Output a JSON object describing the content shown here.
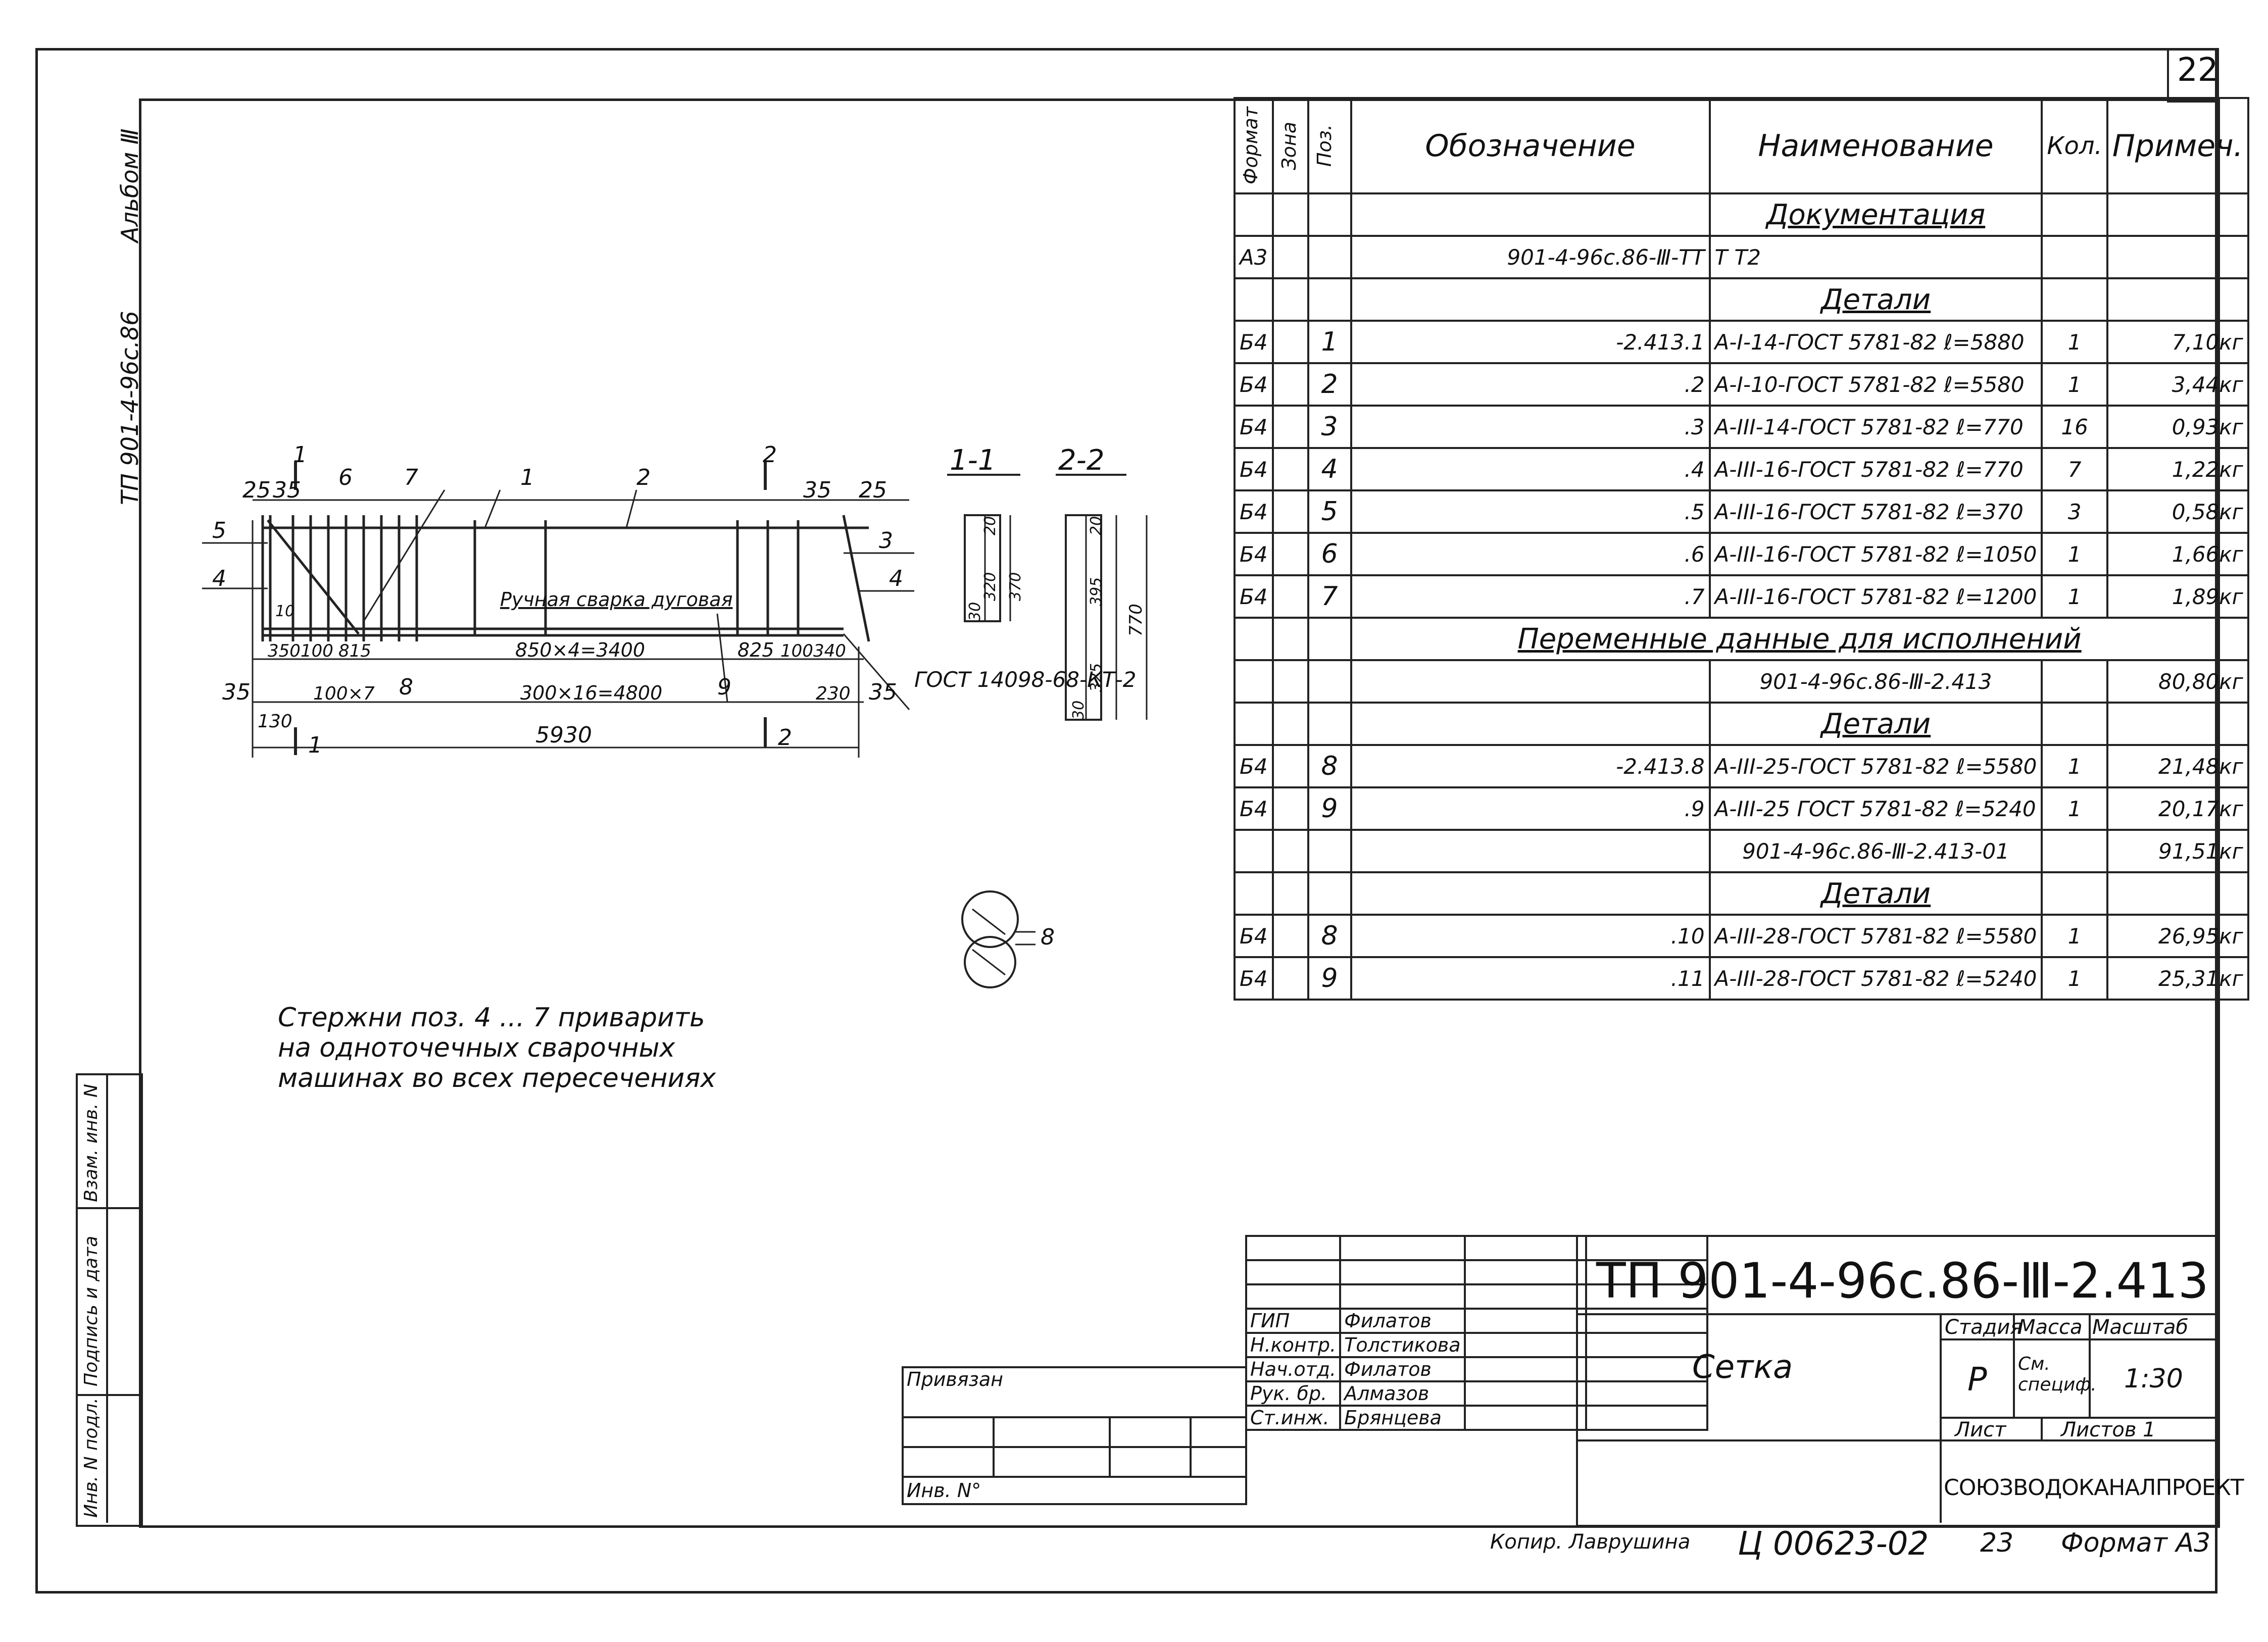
{
  "sheet_number": "22",
  "left_margin": {
    "album": "Альбом Ⅲ",
    "project_code": "ТП 901-4-96с.86",
    "stamp_labels": [
      "Инв. N подл.",
      "Подпись и дата",
      "Взам. инв. N"
    ]
  },
  "drawing": {
    "section_1": "1-1",
    "section_2": "2-2",
    "pos_labels": [
      "1",
      "2",
      "3",
      "4",
      "5",
      "6",
      "7",
      "8",
      "9"
    ],
    "cut_labels": [
      "1",
      "2"
    ],
    "weld_note": "Ручная сварка дуговая",
    "gost_ref": "ГОСТ 14098-68-КТ-2",
    "dims": {
      "d25a": "25",
      "d35a": "35",
      "d35b": "35",
      "d25b": "25",
      "d10": "10",
      "d350": "350",
      "d100": "100",
      "d815": "815",
      "d850x4": "850×4=3400",
      "d825": "825",
      "d100b": "100",
      "d340": "340",
      "d35c": "35",
      "d100x7": "100×7",
      "d300x16": "300×16=4800",
      "d230": "230",
      "d35d": "35",
      "d130": "130",
      "d5930": "5930",
      "s1_320": "320",
      "s1_370": "370",
      "s1_20": "20",
      "s1_30": "30",
      "s2_395": "395",
      "s2_325": "325",
      "s2_770": "770",
      "s2_20": "20",
      "s2_30": "30",
      "d8": "8"
    }
  },
  "note": {
    "line1": "Стержни поз. 4 ... 7 приварить",
    "line2": "на одноточечных сварочных",
    "line3": "машинах во всех пересечениях"
  },
  "spec": {
    "headers": {
      "format": "Формат",
      "zone": "Зона",
      "pos": "Поз.",
      "designation": "Обозначение",
      "name": "Наименование",
      "qty": "Кол.",
      "note": "Примеч."
    },
    "rows": [
      {
        "format": "",
        "pos": "",
        "designation": "",
        "name": "Документация",
        "qty": "",
        "note": "",
        "heading": true
      },
      {
        "format": "А3",
        "pos": "",
        "designation": "901-4-96с.86-Ⅲ-ТТ",
        "name": "Т Т2",
        "qty": "",
        "note": ""
      },
      {
        "format": "",
        "pos": "",
        "designation": "",
        "name": "Детали",
        "qty": "",
        "note": "",
        "heading": true
      },
      {
        "format": "Б4",
        "pos": "1",
        "designation": "-2.413.1",
        "name": "А-I-14-ГОСТ 5781-82 ℓ=5880",
        "qty": "1",
        "note": "7,10кг"
      },
      {
        "format": "Б4",
        "pos": "2",
        "designation": ".2",
        "name": "А-I-10-ГОСТ 5781-82 ℓ=5580",
        "qty": "1",
        "note": "3,44кг"
      },
      {
        "format": "Б4",
        "pos": "3",
        "designation": ".3",
        "name": "А-III-14-ГОСТ 5781-82 ℓ=770",
        "qty": "16",
        "note": "0,93кг"
      },
      {
        "format": "Б4",
        "pos": "4",
        "designation": ".4",
        "name": "А-III-16-ГОСТ 5781-82 ℓ=770",
        "qty": "7",
        "note": "1,22кг"
      },
      {
        "format": "Б4",
        "pos": "5",
        "designation": ".5",
        "name": "А-III-16-ГОСТ 5781-82 ℓ=370",
        "qty": "3",
        "note": "0,58кг"
      },
      {
        "format": "Б4",
        "pos": "6",
        "designation": ".6",
        "name": "А-III-16-ГОСТ 5781-82 ℓ=1050",
        "qty": "1",
        "note": "1,66кг"
      },
      {
        "format": "Б4",
        "pos": "7",
        "designation": ".7",
        "name": "А-III-16-ГОСТ 5781-82 ℓ=1200",
        "qty": "1",
        "note": "1,89кг"
      },
      {
        "format": "",
        "pos": "",
        "designation": "",
        "name": "Переменные данные для исполнений",
        "qty": "",
        "note": "",
        "wide": true
      },
      {
        "format": "",
        "pos": "",
        "designation": "",
        "name": "901-4-96с.86-Ⅲ-2.413",
        "qty": "",
        "note": "80,80кг"
      },
      {
        "format": "",
        "pos": "",
        "designation": "",
        "name": "Детали",
        "qty": "",
        "note": "",
        "heading": true
      },
      {
        "format": "Б4",
        "pos": "8",
        "designation": "-2.413.8",
        "name": "А-III-25-ГОСТ 5781-82 ℓ=5580",
        "qty": "1",
        "note": "21,48кг"
      },
      {
        "format": "Б4",
        "pos": "9",
        "designation": ".9",
        "name": "А-III-25 ГОСТ 5781-82 ℓ=5240",
        "qty": "1",
        "note": "20,17кг"
      },
      {
        "format": "",
        "pos": "",
        "designation": "",
        "name": "901-4-96с.86-Ⅲ-2.413-01",
        "qty": "",
        "note": "91,51кг"
      },
      {
        "format": "",
        "pos": "",
        "designation": "",
        "name": "Детали",
        "qty": "",
        "note": "",
        "heading": true
      },
      {
        "format": "Б4",
        "pos": "8",
        "designation": ".10",
        "name": "А-III-28-ГОСТ 5781-82 ℓ=5580",
        "qty": "1",
        "note": "26,95кг"
      },
      {
        "format": "Б4",
        "pos": "9",
        "designation": ".11",
        "name": "А-III-28-ГОСТ 5781-82 ℓ=5240",
        "qty": "1",
        "note": "25,31кг"
      }
    ]
  },
  "title_block": {
    "doc_code": "ТП 901-4-96с.86-Ⅲ-2.413",
    "title": "Сетка",
    "stage_label": "Стадия",
    "mass_label": "Масса",
    "scale_label": "Масштаб",
    "stage": "Р",
    "mass": "См. специф.",
    "scale": "1:30",
    "sheet_label": "Лист",
    "sheets_label": "Листов 1",
    "org": "СОЮЗВОДОКАНАЛПРОЕКТ",
    "bound_label": "Привязан",
    "inv_label": "Инв. N°",
    "people": [
      {
        "role": "ГИП",
        "name": "Филатов"
      },
      {
        "role": "Н.контр.",
        "name": "Толстикова"
      },
      {
        "role": "Нач.отд.",
        "name": "Филатов"
      },
      {
        "role": "Рук. бр.",
        "name": "Алмазов"
      },
      {
        "role": "Ст.инж.",
        "name": "Брянцева"
      }
    ]
  },
  "footer": {
    "copied": "Копир. Лаврушина",
    "number": "Ц 00623-02",
    "page": "23",
    "format": "Формат А3"
  }
}
